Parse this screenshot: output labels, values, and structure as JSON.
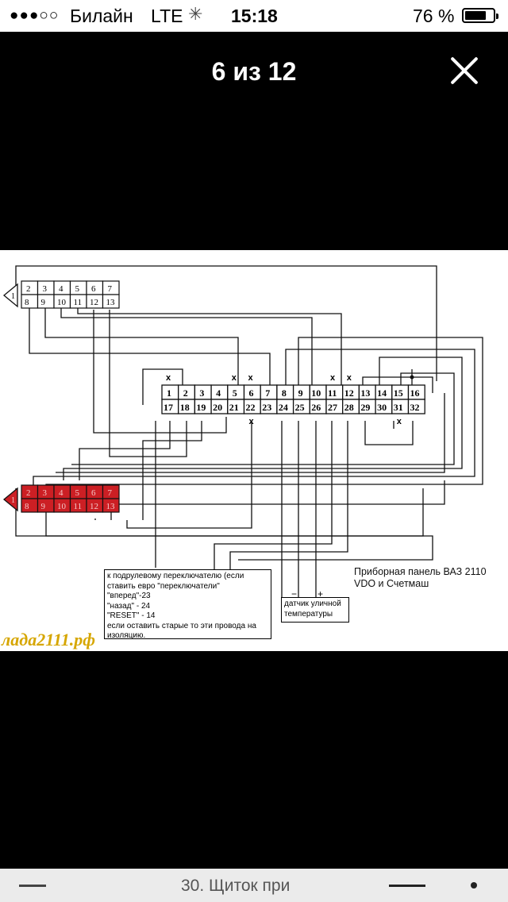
{
  "status_bar": {
    "signal_dots": "●●●○○",
    "carrier": "Билайн",
    "network": "LTE",
    "activity_glyph": "✳",
    "time": "15:18",
    "battery_percent": "76 %",
    "battery_level": 0.76
  },
  "viewer": {
    "title": "6 из 12",
    "close_icon": "close-icon"
  },
  "diagram": {
    "top_connector": {
      "pin1": "1",
      "row1": [
        "2",
        "3",
        "4",
        "5",
        "6",
        "7"
      ],
      "row2": [
        "8",
        "9",
        "10",
        "11",
        "12",
        "13"
      ]
    },
    "red_connector": {
      "pin1": "1",
      "row1": [
        "2",
        "3",
        "4",
        "5",
        "6",
        "7"
      ],
      "row2": [
        "8",
        "9",
        "10",
        "11",
        "12",
        "13"
      ],
      "fill_color": "#cc1f24"
    },
    "main_block": {
      "row1": [
        "1",
        "2",
        "3",
        "4",
        "5",
        "6",
        "7",
        "8",
        "9",
        "10",
        "11",
        "12",
        "13",
        "14",
        "15",
        "16"
      ],
      "row2": [
        "17",
        "18",
        "19",
        "20",
        "21",
        "22",
        "23",
        "24",
        "25",
        "26",
        "27",
        "28",
        "29",
        "30",
        "31",
        "32"
      ],
      "x_mark": "x"
    },
    "note_lines": [
      "к подрулевому переключателю (если",
      "ставить евро \"переключатели\"",
      "\"вперед\"-23",
      "\"назад\" - 24",
      "\"RESET\" - 14",
      "если оставить старые то эти провода на",
      "изоляцию."
    ],
    "panel_label_line1": "Приборная панель ВАЗ 2110",
    "panel_label_line2": "VDO и Счетмаш",
    "sensor_minus": "−",
    "sensor_plus": "+",
    "sensor_line1": "датчик уличной",
    "sensor_line2": "температуры",
    "watermark": "лада2111.рф"
  },
  "toolbar": {
    "title": "30. Щиток при",
    "title_faded": "",
    "left_icon": "minus-icon",
    "right_icon": "minus-icon",
    "more_icon": "dot-icon"
  }
}
